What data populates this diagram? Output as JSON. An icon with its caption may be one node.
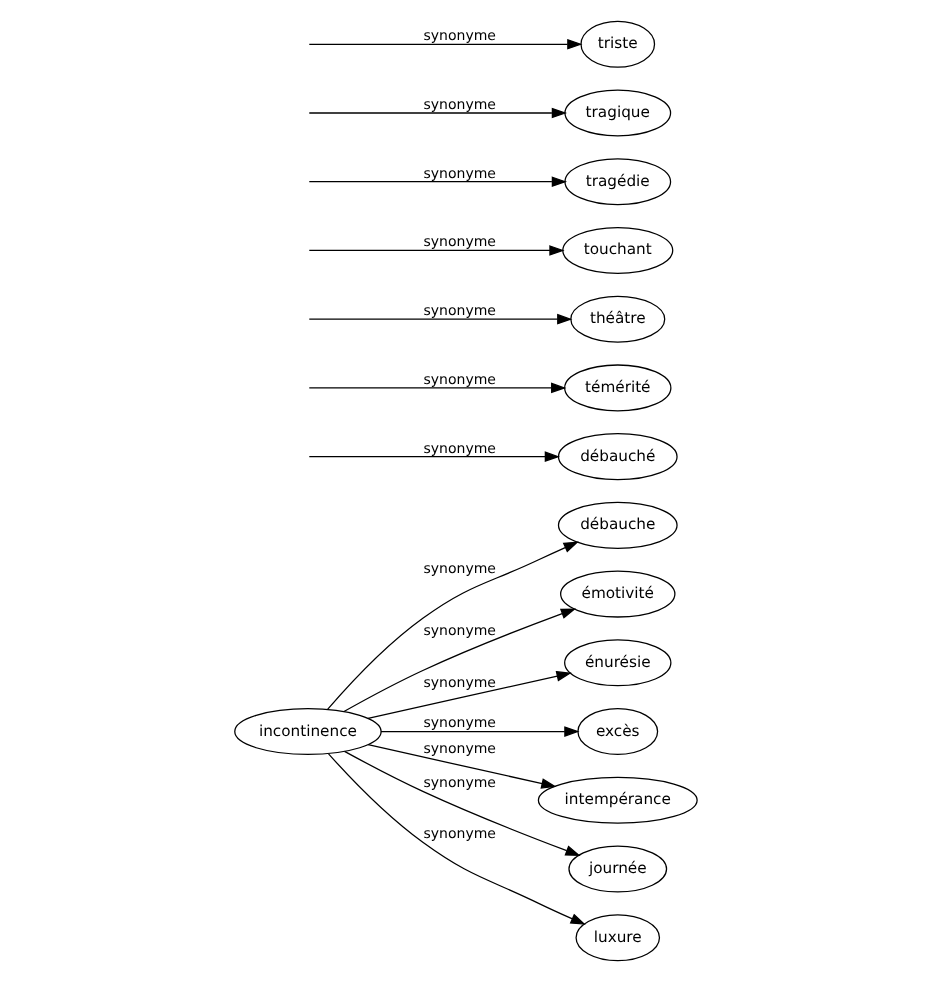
{
  "diagram": {
    "nodes": [
      {
        "text": [
          "incontinence"
        ]
      },
      {
        "text": [
          "débauche"
        ]
      },
      {
        "text": [
          "débauché"
        ]
      },
      {
        "text": [
          "émotivité"
        ]
      },
      {
        "text": [
          "témérité"
        ]
      },
      {
        "text": [
          "énurésie"
        ]
      },
      {
        "text": [
          "théâtre"
        ]
      },
      {
        "text": [
          "excès"
        ]
      },
      {
        "text": [
          "touchant"
        ]
      },
      {
        "text": [
          "intempérance"
        ]
      },
      {
        "text": [
          "tragédie"
        ]
      },
      {
        "text": [
          "journée"
        ]
      },
      {
        "text": [
          "tragique"
        ]
      },
      {
        "text": [
          "luxure"
        ]
      },
      {
        "text": [
          "triste"
        ]
      }
    ],
    "edges": [
      {
        "from": null,
        "to": 2,
        "arrow": "to",
        "label": "synonyme"
      },
      {
        "from": 0,
        "to": 1,
        "arrow": "to",
        "label": "synonyme"
      },
      {
        "from": null,
        "to": 4,
        "arrow": "to",
        "label": "synonyme"
      },
      {
        "from": 0,
        "to": 3,
        "arrow": "to",
        "label": "synonyme"
      },
      {
        "from": null,
        "to": 6,
        "arrow": "to",
        "label": "synonyme"
      },
      {
        "from": 0,
        "to": 5,
        "arrow": "to",
        "label": "synonyme"
      },
      {
        "from": null,
        "to": 8,
        "arrow": "to",
        "label": "synonyme"
      },
      {
        "from": 0,
        "to": 7,
        "arrow": "to",
        "label": "synonyme"
      },
      {
        "from": null,
        "to": 10,
        "arrow": "to",
        "label": "synonyme"
      },
      {
        "from": 0,
        "to": 9,
        "arrow": "to",
        "label": "synonyme"
      },
      {
        "from": null,
        "to": 12,
        "arrow": "to",
        "label": "synonyme"
      },
      {
        "from": 0,
        "to": 11,
        "arrow": "to",
        "label": "synonyme"
      },
      {
        "from": null,
        "to": 14,
        "arrow": "to",
        "label": "synonyme"
      },
      {
        "from": 0,
        "to": 13,
        "arrow": "to",
        "label": "synonyme"
      }
    ]
  }
}
